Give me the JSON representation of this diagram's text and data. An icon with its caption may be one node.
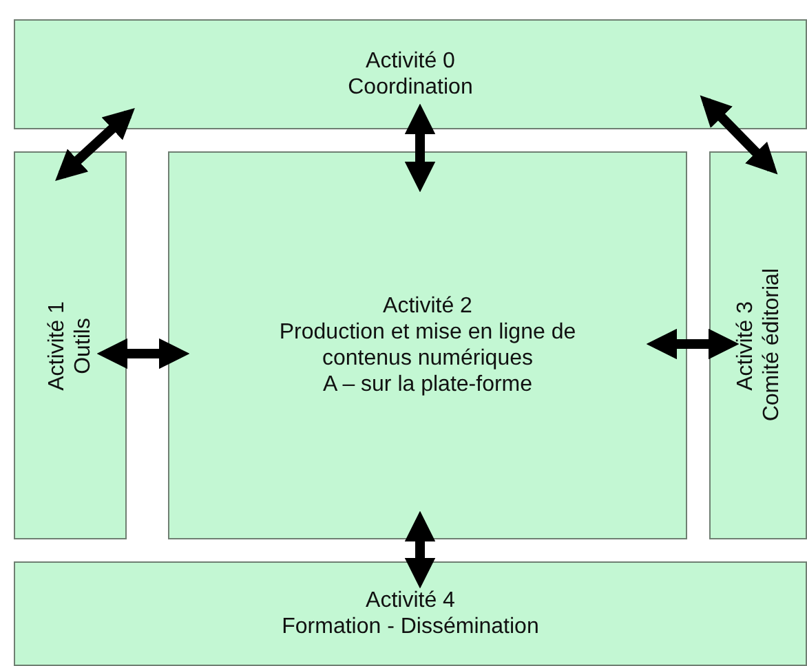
{
  "diagram": {
    "nodes": [
      {
        "text": [
          "Activité 0",
          "Coordination"
        ]
      },
      {
        "text": [
          "Activité 1",
          "Outils"
        ]
      },
      {
        "text": [
          "Activité 2",
          "Production et mise en ligne de contenus numériques",
          "A – sur la plate-forme"
        ]
      },
      {
        "text": [
          "Activité 3",
          "Comité éditorial"
        ]
      },
      {
        "text": [
          "Activité 4",
          "Formation - Dissémination"
        ]
      }
    ],
    "edges": [
      {
        "from": 0,
        "to": 1,
        "arrow": "both"
      },
      {
        "from": 0,
        "to": 2,
        "arrow": "both"
      },
      {
        "from": 0,
        "to": 3,
        "arrow": "both"
      },
      {
        "from": 1,
        "to": 2,
        "arrow": "both"
      },
      {
        "from": 2,
        "to": 3,
        "arrow": "both"
      },
      {
        "from": 2,
        "to": 4,
        "arrow": "both"
      }
    ]
  }
}
